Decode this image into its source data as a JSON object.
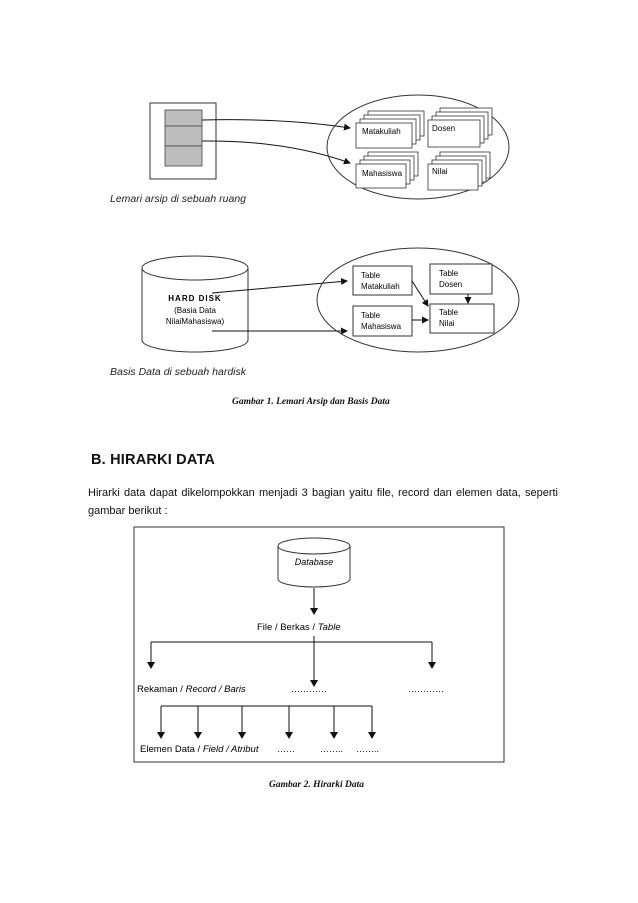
{
  "figure1": {
    "cabinet_caption": "Lemari arsip di sebuah ruang",
    "folders": {
      "matakuliah": "Matakuliah",
      "dosen": "Dosen",
      "mahasiswa": "Mahasiswa",
      "nilai": "Nilai"
    },
    "disk_title": "HARD DISK",
    "disk_sub1": "(Basia Data",
    "disk_sub2": "NilaiMahasiswa)",
    "tables": {
      "matakuliah_1": "Table",
      "matakuliah_2": "Matakuliah",
      "dosen_1": "Table",
      "dosen_2": "Dosen",
      "mahasiswa_1": "Table",
      "mahasiswa_2": "Mahasiswa",
      "nilai_1": "Table",
      "nilai_2": "Nilai"
    },
    "disk_caption": "Basis Data di sebuah hardisk",
    "caption": "Gambar 1. Lemari Arsip dan Basis Data"
  },
  "section": {
    "heading": "B. HIRARKI DATA",
    "paragraph": "Hirarki data dapat dikelompokkan menjadi  3 bagian yaitu file, record dan elemen data, seperti gambar berikut :"
  },
  "figure2": {
    "database": "Database",
    "file_prefix": "File / Berkas / ",
    "file_italic": "Table",
    "record_prefix": "Rekaman / ",
    "record_italic": "Record / Baris",
    "record_dots_1": "…………",
    "record_dots_2": "…………",
    "element_prefix": "Elemen Data / ",
    "element_italic": "Field / Atribut",
    "element_dots_1": "……",
    "element_dots_2": "……..",
    "element_dots_3": "……..",
    "caption": "Gambar 2. Hirarki Data"
  }
}
